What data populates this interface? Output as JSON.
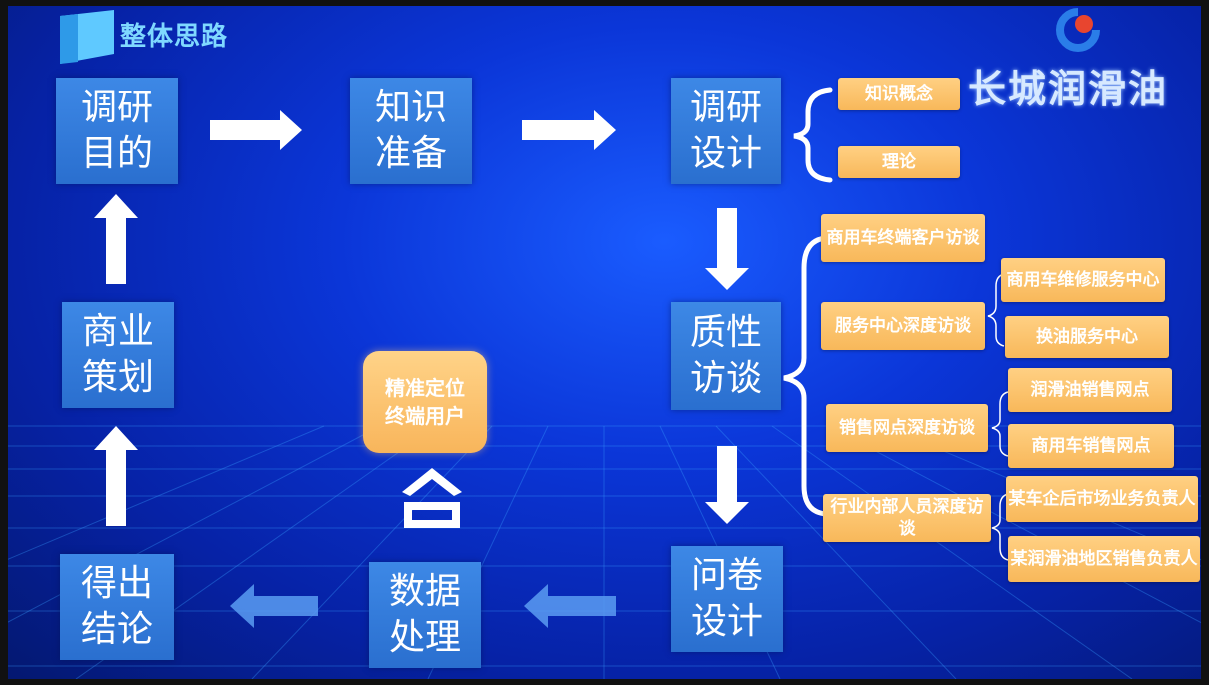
{
  "header": {
    "title": "整体思路"
  },
  "logo": {
    "text": "长城润滑油"
  },
  "flow": {
    "research_purpose": "调研目的",
    "knowledge_prep": "知识准备",
    "research_design": "调研设计",
    "qualitative_interview": "质性访谈",
    "questionnaire_design": "问卷设计",
    "data_processing": "数据处理",
    "conclusion": "得出结论",
    "business_planning": "商业策划"
  },
  "design_items": [
    "知识概念",
    "理论"
  ],
  "interviews": [
    {
      "label": "商用车终端客户访谈",
      "subs": []
    },
    {
      "label": "服务中心深度访谈",
      "subs": [
        "商用车维修服务中心",
        "换油服务中心"
      ]
    },
    {
      "label": "销售网点深度访谈",
      "subs": [
        "润滑油销售网点",
        "商用车销售网点"
      ]
    },
    {
      "label": "行业内部人员深度访谈",
      "subs": [
        "某车企后市场业务负责人",
        "某润滑油地区销售负责人"
      ]
    }
  ],
  "target_users": "精准定位终端用户",
  "colors": {
    "box": "#2f78d8",
    "tag": "#f9bd63",
    "background": "#0b36d8"
  }
}
